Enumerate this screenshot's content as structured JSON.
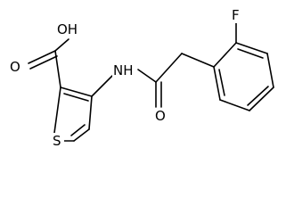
{
  "molecule": {
    "atom_labels": {
      "hydroxyl": "OH",
      "carbonyl_oxygen_acid": "O",
      "amide_nh": "NH",
      "carbonyl_oxygen_amide": "O",
      "ring_sulfur": "S",
      "fluorine": "F"
    },
    "bond_color": "#000000",
    "label_color": "#000000",
    "background": "#ffffff"
  }
}
